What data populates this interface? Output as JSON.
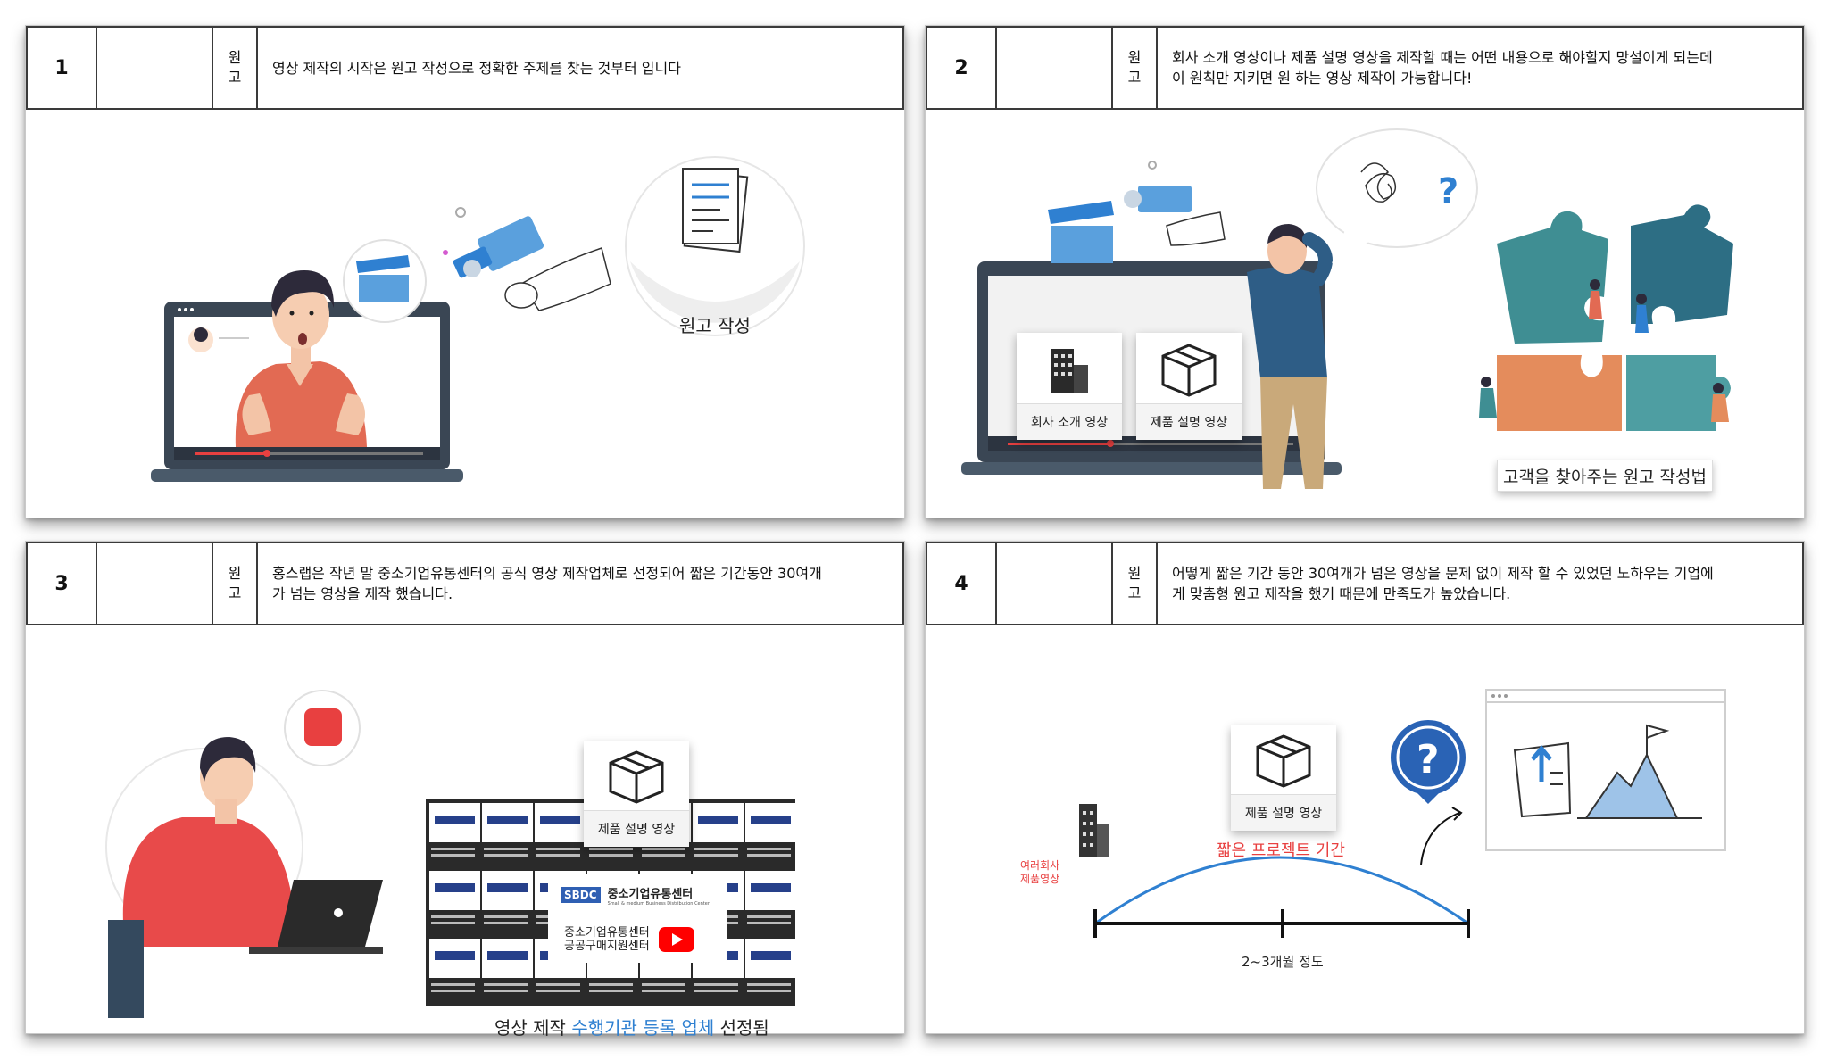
{
  "label_script": [
    "원",
    "고"
  ],
  "panels": [
    {
      "number": "1",
      "script_lines": [
        "영상 제작의 시작은 원고 작성으로 정확한 주제를 찾는 것부터 입니다"
      ],
      "circle_label": "원고 작성"
    },
    {
      "number": "2",
      "script_lines": [
        "회사 소개 영상이나 제품 설명 영상을 제작할 때는 어떤 내용으로 해야할지 망설이게 되는데",
        "이 원칙만 지키면 원 하는 영상 제작이 가능합니다!"
      ],
      "card_left": "회사 소개 영상",
      "card_right": "제품 설명 영상",
      "caption": "고객을 찾아주는 원고 작성법"
    },
    {
      "number": "3",
      "script_lines": [
        "홍스랩은 작년 말 중소기업유통센터의 공식 영상 제작업체로 선정되어 짧은 기간동안 30여개",
        "가 넘는 영상을 제작 했습니다."
      ],
      "card_label": "제품 설명 영상",
      "logo_badge": "SBDC",
      "logo_title": "중소기업유통센터",
      "logo_sub": "Small & medium Business Distribution Center",
      "channel_line1": "중소기업유통센터",
      "channel_line2": "공공구매지원센터",
      "caption_pre": "영상 제작 ",
      "caption_highlight": "수행기관 등록 업체",
      "caption_post": " 선정됨"
    },
    {
      "number": "4",
      "script_lines": [
        "어떻게 짧은 기간 동안 30여개가 넘은 영상을 문제 없이 제작 할 수 있었던 노하우는 기업에",
        "게 맞춤형 원고 제작을 했기 때문에 만족도가 높았습니다."
      ],
      "card_label": "제품 설명 영상",
      "red_label": "짧은 프로젝트 기간",
      "company_line1": "여러회사",
      "company_line2": "제품영상",
      "timeline_label": "2~3개월 정도"
    }
  ],
  "colors": {
    "accent_blue": "#2f80d1",
    "accent_red": "#e84040",
    "youtube_red": "#ff0000",
    "puzzle_teal": "#3f8e93",
    "puzzle_orange": "#e48c5c"
  }
}
